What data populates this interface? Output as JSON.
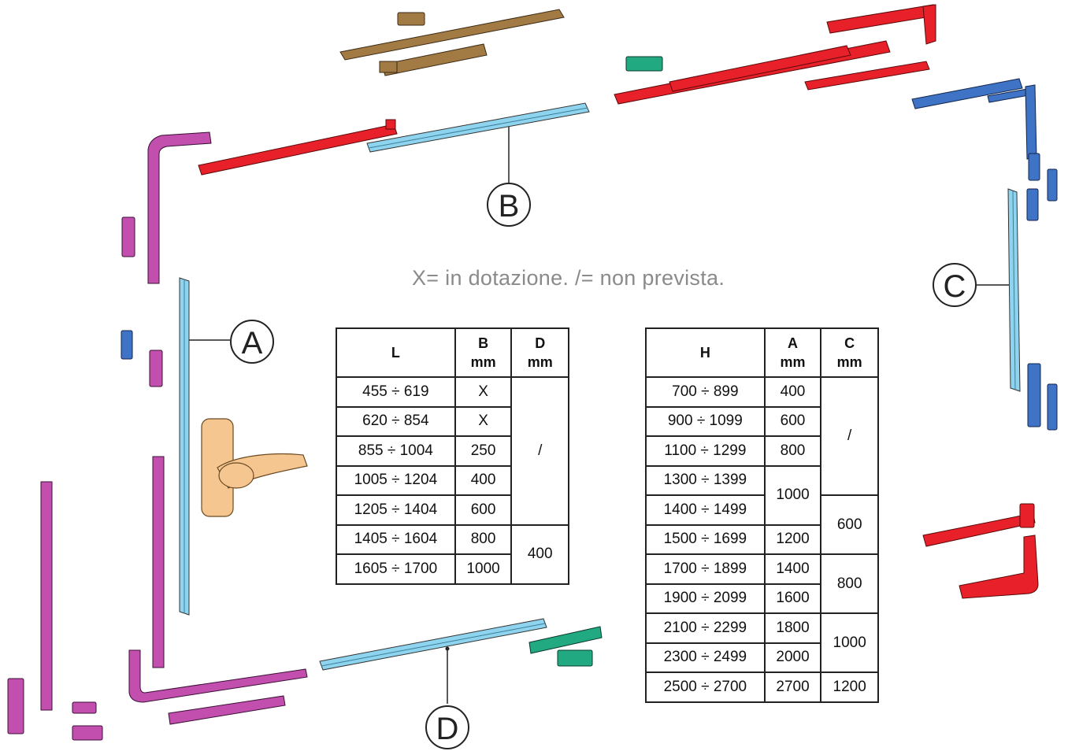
{
  "legend": "X= in dotazione. /= non prevista.",
  "callouts": {
    "a": "A",
    "b": "B",
    "c": "C",
    "d": "D"
  },
  "colors": {
    "red": "#e8202a",
    "purple": "#c24fae",
    "blue": "#3f73c6",
    "light_blue": "#8fd4ee",
    "brown": "#a27a44",
    "green": "#21a982",
    "handle": "#f6c690"
  },
  "table_width": {
    "headers": {
      "l": "L",
      "b_top": "B",
      "b_unit": "mm",
      "d_top": "D",
      "d_unit": "mm"
    },
    "rows": [
      {
        "l": "455 ÷ 619",
        "b": "X"
      },
      {
        "l": "620 ÷ 854",
        "b": "X"
      },
      {
        "l": "855 ÷ 1004",
        "b": "250"
      },
      {
        "l": "1005 ÷ 1204",
        "b": "400"
      },
      {
        "l": "1205 ÷ 1404",
        "b": "600"
      },
      {
        "l": "1405 ÷ 1604",
        "b": "800"
      },
      {
        "l": "1605 ÷ 1700",
        "b": "1000"
      }
    ],
    "d_groups": [
      "/",
      "400"
    ]
  },
  "table_height": {
    "headers": {
      "h": "H",
      "a_top": "A",
      "a_unit": "mm",
      "c_top": "C",
      "c_unit": "mm"
    },
    "h_rows": [
      "700 ÷ 899",
      "900 ÷ 1099",
      "1100 ÷ 1299",
      "1300 ÷ 1399",
      "1400 ÷ 1499",
      "1500 ÷ 1699",
      "1700 ÷ 1899",
      "1900 ÷ 2099",
      "2100 ÷ 2299",
      "2300 ÷ 2499",
      "2500 ÷ 2700"
    ],
    "a_values": [
      "400",
      "600",
      "800",
      "1000",
      "1200",
      "1400",
      "1600",
      "1800",
      "2000",
      "2700"
    ],
    "c_groups": [
      "/",
      "600",
      "800",
      "1000",
      "1200"
    ]
  }
}
